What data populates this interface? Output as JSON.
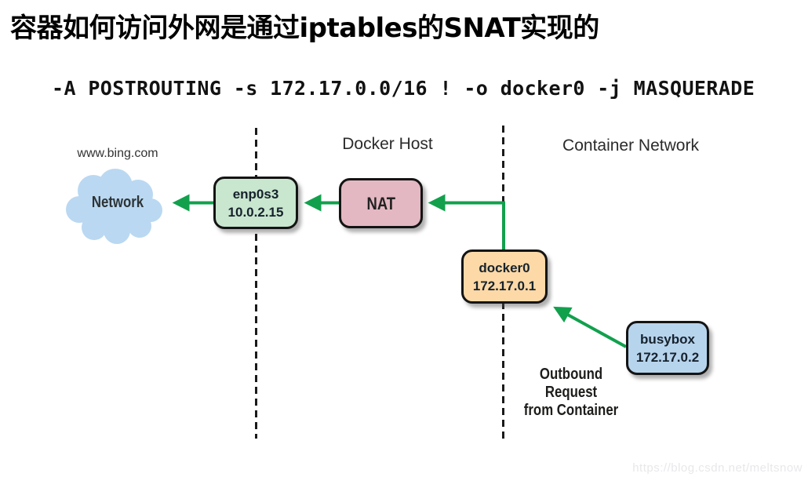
{
  "title": "容器如何访问外网是通过iptables的SNAT实现的",
  "iptables_rule": "-A POSTROUTING -s 172.17.0.0/16 ! -o docker0 -j MASQUERADE",
  "labels": {
    "external_site": "www.bing.com",
    "cloud": "Network",
    "docker_host_zone": "Docker Host",
    "container_network_zone": "Container Network"
  },
  "nodes": {
    "enp0s3": {
      "name": "enp0s3",
      "ip": "10.0.2.15",
      "fill": "#c9e6cf"
    },
    "nat": {
      "name": "NAT",
      "fill": "#e3b8c2"
    },
    "docker0": {
      "name": "docker0",
      "ip": "172.17.0.1",
      "fill": "#fcd9a7"
    },
    "busybox": {
      "name": "busybox",
      "ip": "172.17.0.2",
      "fill": "#b7d4ed"
    }
  },
  "annotation": {
    "line1": "Outbound",
    "line2": "Request",
    "line3": "from Container"
  },
  "colors": {
    "arrow": "#12a04d",
    "cloud_fill": "#bad8f1",
    "boundary": "#1a1a1a"
  },
  "watermark": "https://blog.csdn.net/meltsnow"
}
